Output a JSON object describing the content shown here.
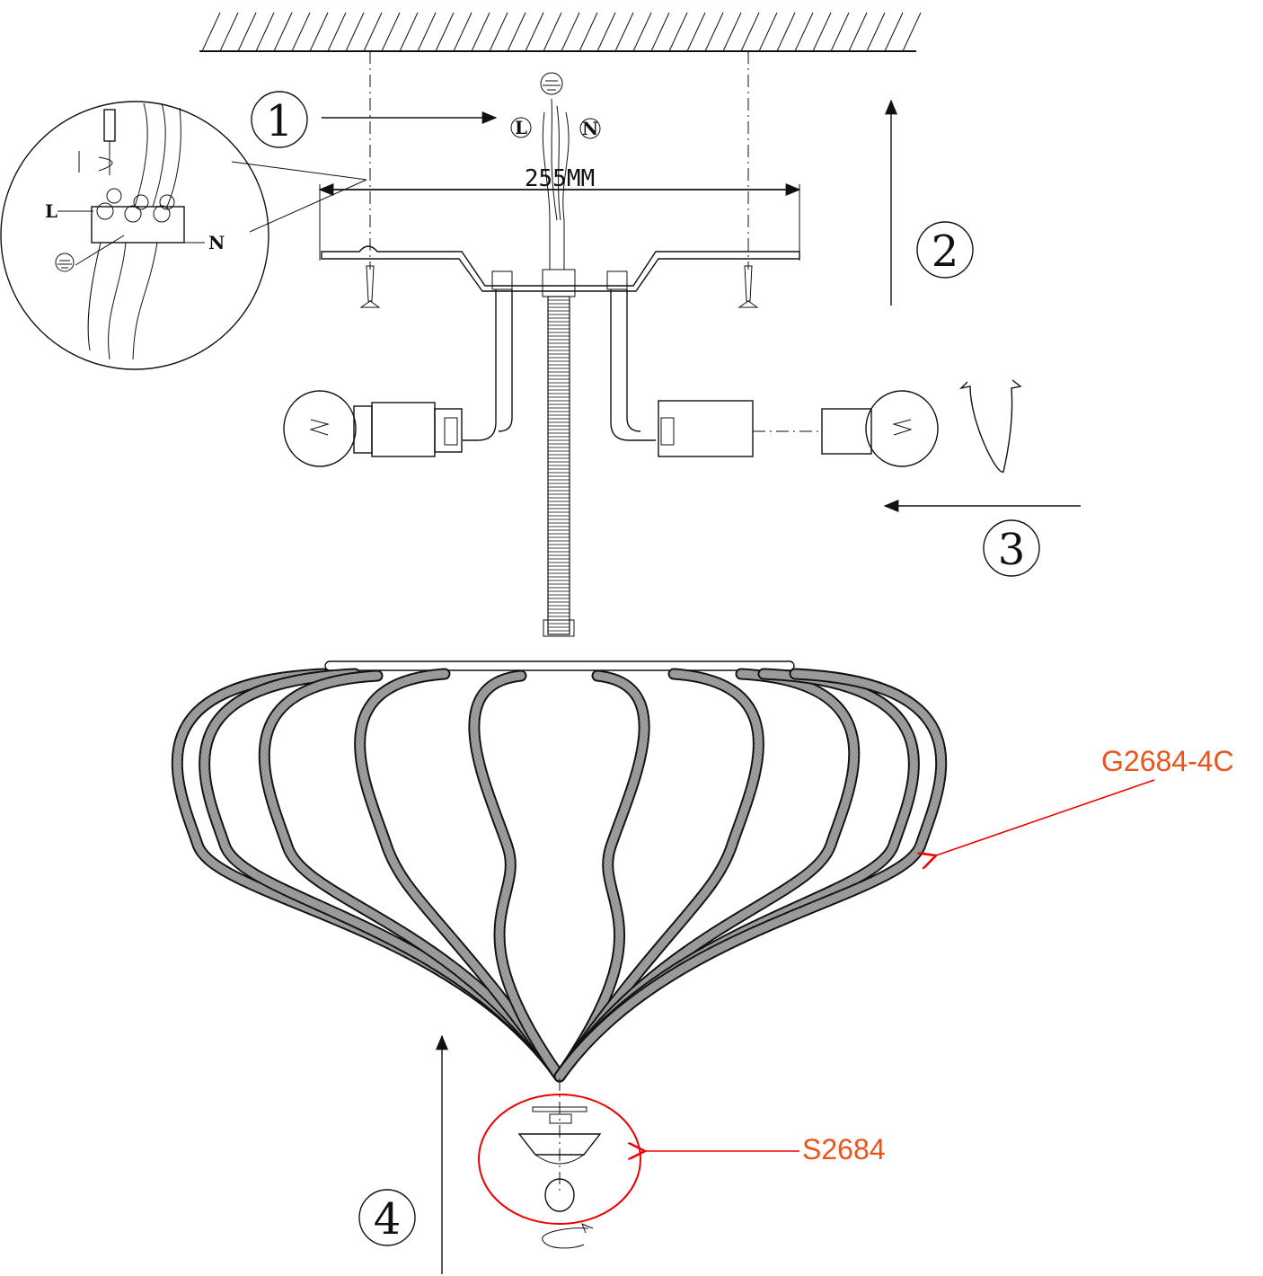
{
  "steps": [
    "1",
    "2",
    "3",
    "4"
  ],
  "dimension": "255MM",
  "wiring": {
    "l": "L",
    "n": "N",
    "inset_l": "L",
    "inset_n": "N"
  },
  "parts": {
    "shade": "G2684-4C",
    "finial": "S2684"
  },
  "colors": {
    "line": "#111111",
    "callout_arrow": "#ee0000",
    "callout_text": "#e8541e"
  }
}
